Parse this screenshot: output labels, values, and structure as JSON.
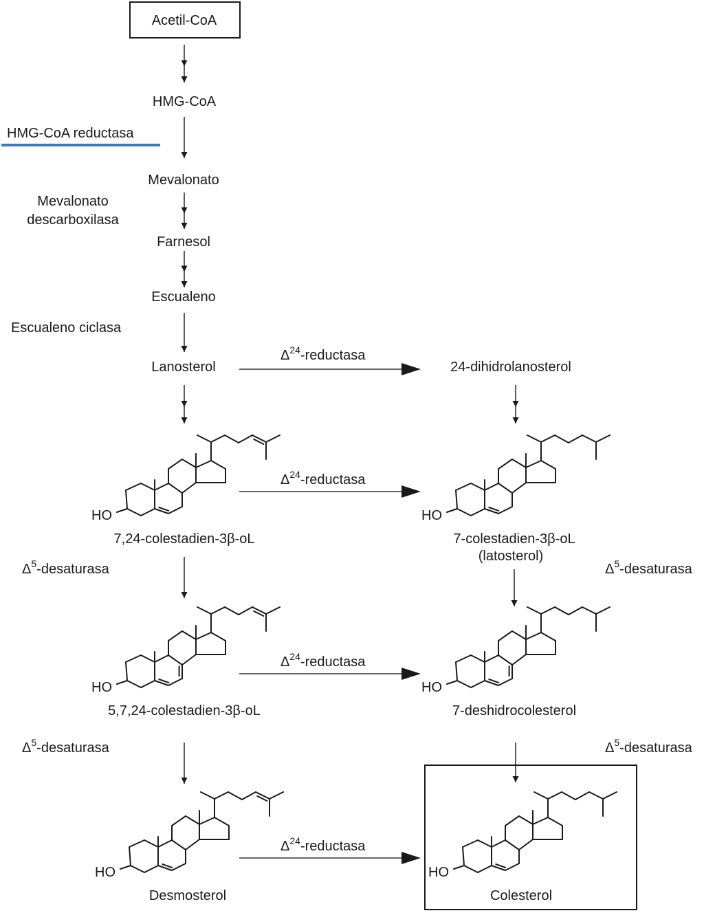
{
  "nodes": {
    "acetil": "Acetil-CoA",
    "hmg": "HMG-CoA",
    "mevalonato": "Mevalonato",
    "farnesol": "Farnesol",
    "escualeno": "Escualeno",
    "lanosterol": "Lanosterol",
    "dihidrolanosterol": "24-dihidrolanosterol"
  },
  "enzymes": {
    "hmg_reductasa": "HMG-CoA reductasa",
    "mev_desc_1": "Mevalonato",
    "mev_desc_2": "descarboxilasa",
    "escualeno_ciclasa": "Escualeno ciclasa",
    "delta": "Δ",
    "d24_sup": "24",
    "d5_sup": "5",
    "reductasa": "-reductasa",
    "desaturasa": "-desaturasa"
  },
  "structures": [
    {
      "name": "7,24-colestadien-3β-oL",
      "name2": "",
      "ho": "HO",
      "double_bonds": [
        "5",
        "24"
      ]
    },
    {
      "name": "7-colestadien-3β-oL",
      "name2": "(latosterol)",
      "ho": "HO",
      "double_bonds": [
        "5"
      ]
    },
    {
      "name": "5,7,24-colestadien-3β-oL",
      "name2": "",
      "ho": "HO",
      "double_bonds": [
        "5",
        "7",
        "24"
      ]
    },
    {
      "name": "7-deshidrocolesterol",
      "name2": "",
      "ho": "HO",
      "double_bonds": [
        "5",
        "7"
      ]
    },
    {
      "name": "Desmosterol",
      "name2": "",
      "ho": "HO",
      "double_bonds": [
        "5",
        "24"
      ]
    },
    {
      "name": "Colesterol",
      "name2": "",
      "ho": "HO",
      "double_bonds": [
        "5"
      ]
    }
  ],
  "colors": {
    "highlight_line": "#3a78c0",
    "ink": "#1a1a1a"
  }
}
